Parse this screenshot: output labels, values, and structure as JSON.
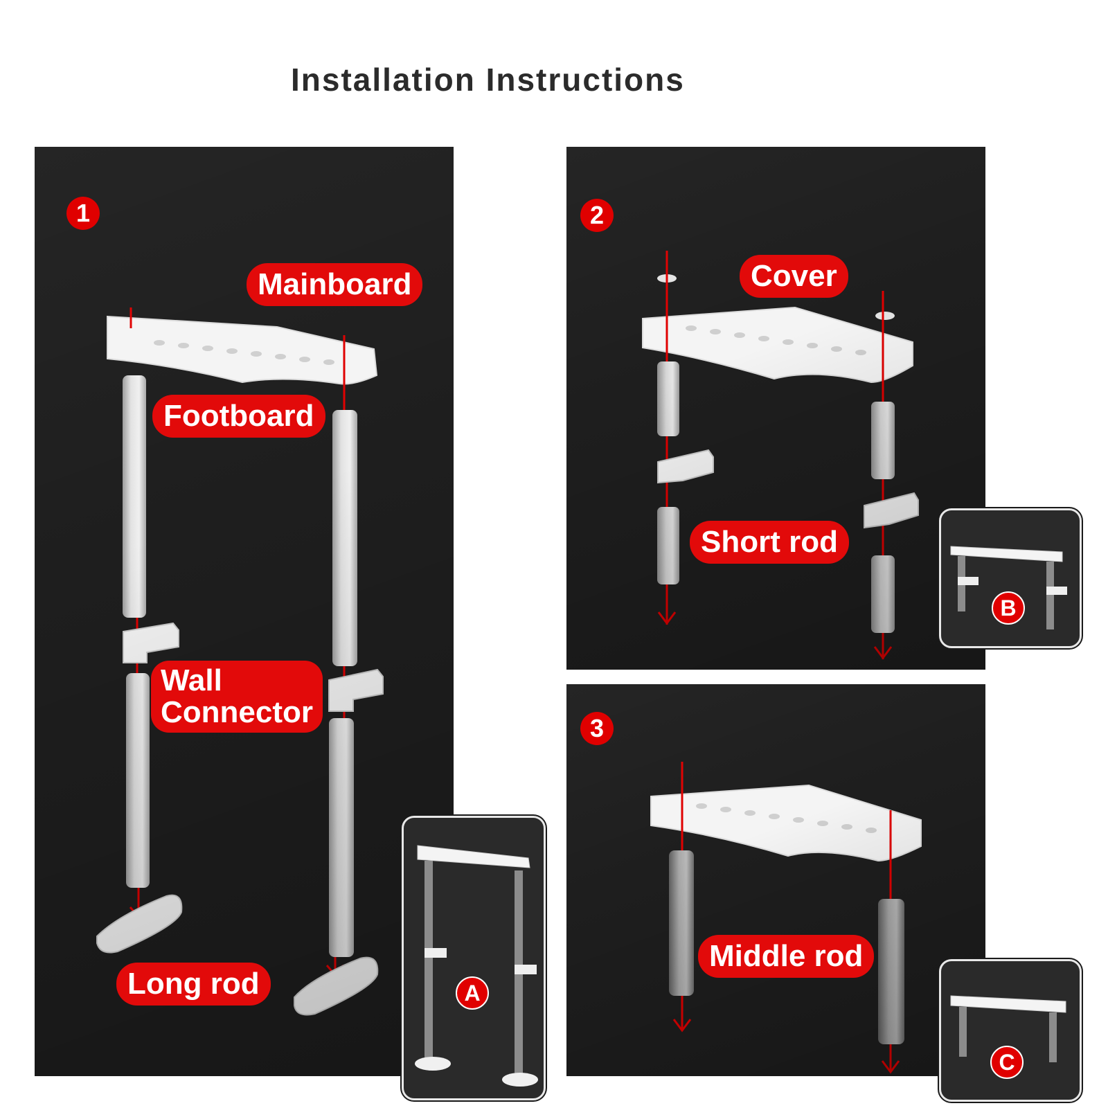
{
  "title": "Installation Instructions",
  "steps": [
    {
      "number": "1",
      "labels": {
        "mainboard": "Mainboard",
        "footboard": "Footboard",
        "wall_connector": "Wall\nConnector",
        "long_rod": "Long rod"
      },
      "inset_badge": "A"
    },
    {
      "number": "2",
      "labels": {
        "cover": "Cover",
        "short_rod": "Short rod"
      },
      "inset_badge": "B"
    },
    {
      "number": "3",
      "labels": {
        "middle_rod": "Middle rod"
      },
      "inset_badge": "C"
    }
  ],
  "colors": {
    "accent_red": "#e20a0a",
    "panel_bg": "#1e1e1e",
    "part_white": "#f5f5f5",
    "rod_gray": "#cfcfcf"
  }
}
